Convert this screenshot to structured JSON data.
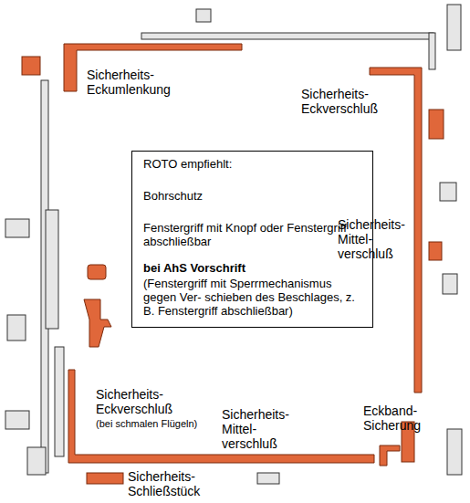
{
  "diagram": {
    "nodes": [
      {
        "text": [
          "ROTO empfiehlt:",
          "Bohrschutz",
          "Fenstergriff mit Knopf oder Fenstergriff abschließbar",
          "bei AhS Vorschrift",
          "(Fenstergriff mit Sperrmechanismus gegen Ver- schieben des Beschlages, z. B. Fenstergriff abschließbar)"
        ]
      }
    ],
    "labels": [
      "Sicherheits- Eckumlenkung",
      "Sicherheits- Eckverschluß",
      "Sicherheits- Mittel- verschluß",
      "Sicherheits- Eckverschluß",
      "(bei schmalen Flügeln)",
      "Sicherheits- Mittel- verschluß",
      "Eckband- Sicherung",
      "Sicherheits- Schließstück"
    ]
  }
}
